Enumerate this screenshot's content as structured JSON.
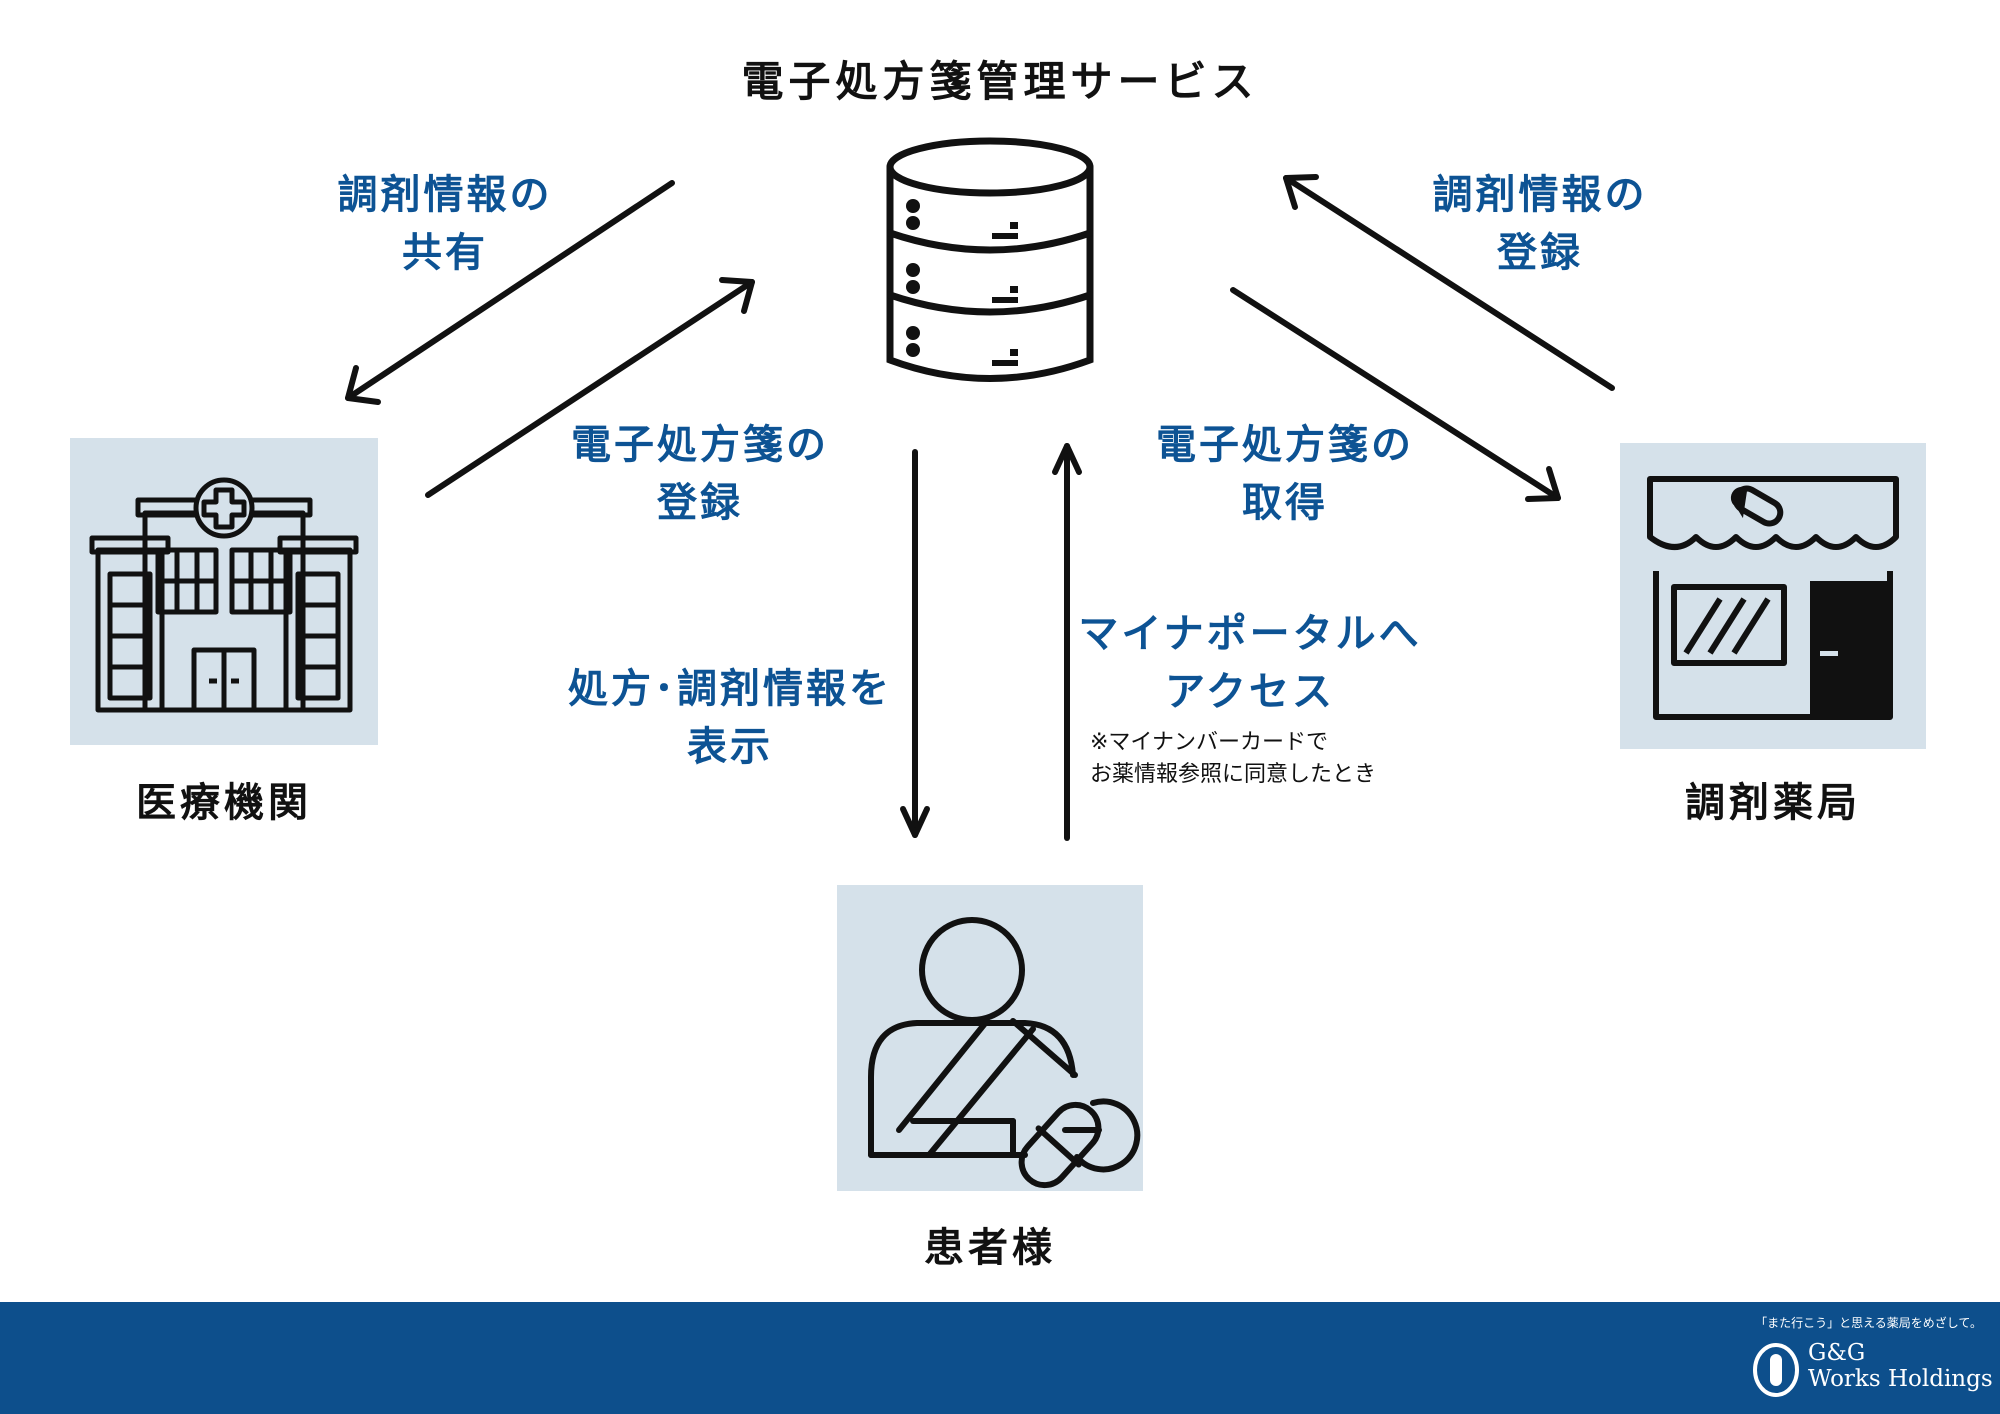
{
  "title": "電子処方箋管理サービス",
  "labels": {
    "share_line1": "調剤情報の",
    "share_line2": "共有",
    "register_left_line1": "電子処方箋の",
    "register_left_line2": "登録",
    "register_right_line1": "調剤情報の",
    "register_right_line2": "登録",
    "acquire_line1": "電子処方箋の",
    "acquire_line2": "取得",
    "display_line1": "処方･調剤情報を",
    "display_line2": "表示",
    "access_line1": "マイナポータルへ",
    "access_line2": "アクセス",
    "note_line1": "※マイナンバーカードで",
    "note_line2": "お薬情報参照に同意したとき"
  },
  "nodes": {
    "hospital": "医療機関",
    "pharmacy": "調剤薬局",
    "patient": "患者様"
  },
  "footer": {
    "slogan": "「また行こう」と思える薬局をめざして。",
    "logo_line1": "G&G",
    "logo_line2": "Works Holdings"
  },
  "colors": {
    "label_blue": "#0d5394",
    "icon_box": "#d5e1ea",
    "footer_bg": "#0d4f8c",
    "line": "#111111"
  }
}
